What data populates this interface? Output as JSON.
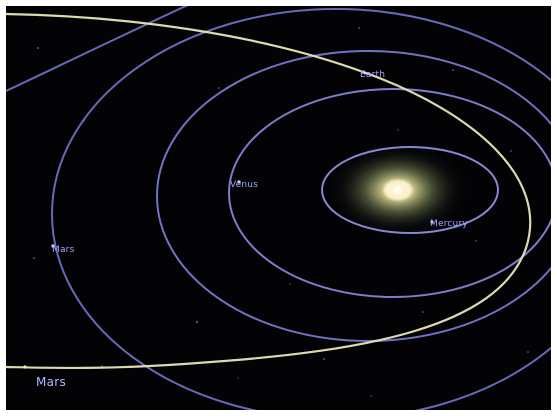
{
  "scene": {
    "background_color": "#030306",
    "orbit_color": "#7f83d8",
    "comet_orbit_color": "#e7e4b8",
    "star_glow_color": "#f2efb0",
    "labels": {
      "inner_orbit": "Mercury",
      "second_orbit": "Venus",
      "third_orbit": "Earth",
      "fourth_orbit": "Mars",
      "outer_marker": "Mars"
    }
  }
}
